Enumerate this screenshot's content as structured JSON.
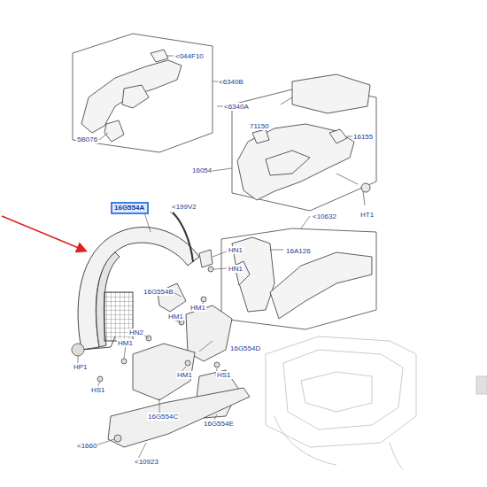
{
  "diagram": {
    "nodes": [
      {
        "text": [
          "16G554A"
        ]
      }
    ],
    "labels": [
      "<044F10",
      "<6340B",
      "5B076",
      "<6340A",
      "71150",
      "16155",
      "16054",
      "HT1",
      "<199V2",
      "<10632",
      "HN1",
      "16A126",
      "HN1",
      "16G554B",
      "HM1",
      "HM1",
      "HN2",
      "HM1",
      "HP1",
      "HS1",
      "16G554D",
      "HM1",
      "HS1",
      "16G554C",
      "16G554E",
      "<1660",
      "<10923"
    ]
  }
}
